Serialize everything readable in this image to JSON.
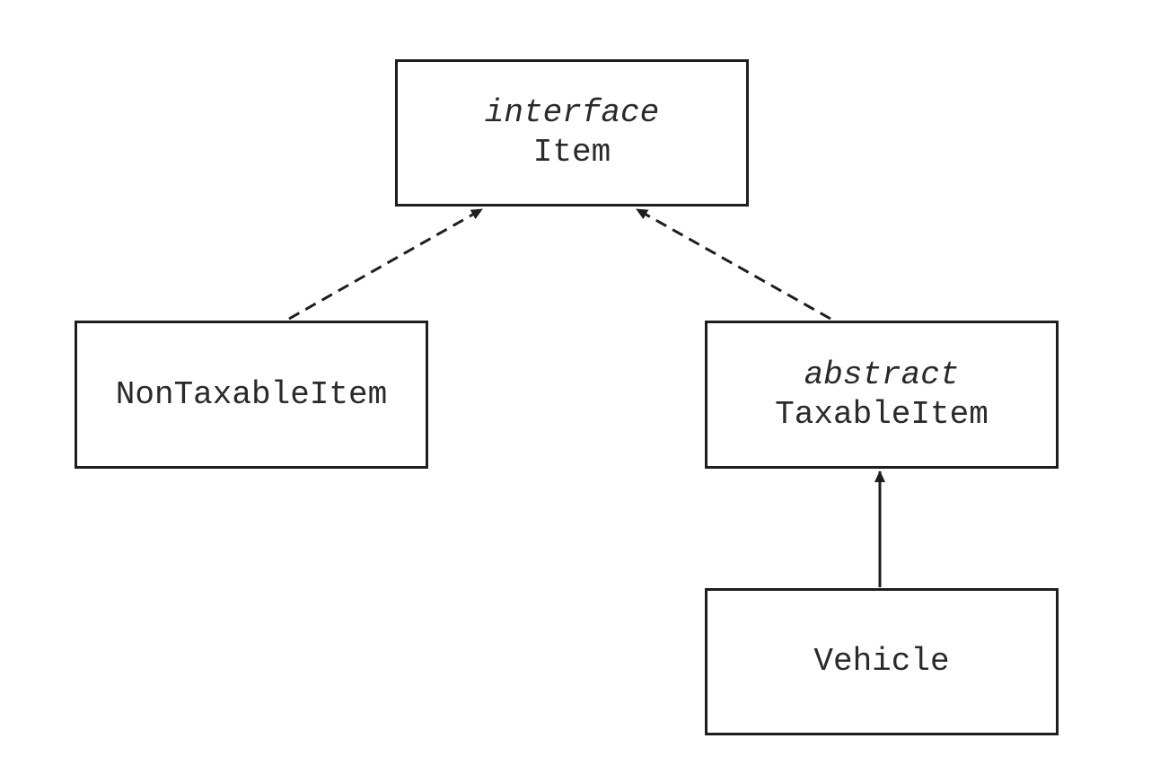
{
  "diagram": {
    "nodes": {
      "item": {
        "stereotype": "interface",
        "name": "Item"
      },
      "nontaxable": {
        "name": "NonTaxableItem"
      },
      "taxable": {
        "stereotype": "abstract",
        "name": "TaxableItem"
      },
      "vehicle": {
        "name": "Vehicle"
      }
    },
    "edges": [
      {
        "from": "NonTaxableItem",
        "to": "Item",
        "style": "dashed"
      },
      {
        "from": "TaxableItem",
        "to": "Item",
        "style": "dashed"
      },
      {
        "from": "Vehicle",
        "to": "TaxableItem",
        "style": "solid"
      }
    ],
    "colors": {
      "line": "#1e1e1e",
      "text": "#2a2a2a",
      "background": "#ffffff"
    }
  }
}
